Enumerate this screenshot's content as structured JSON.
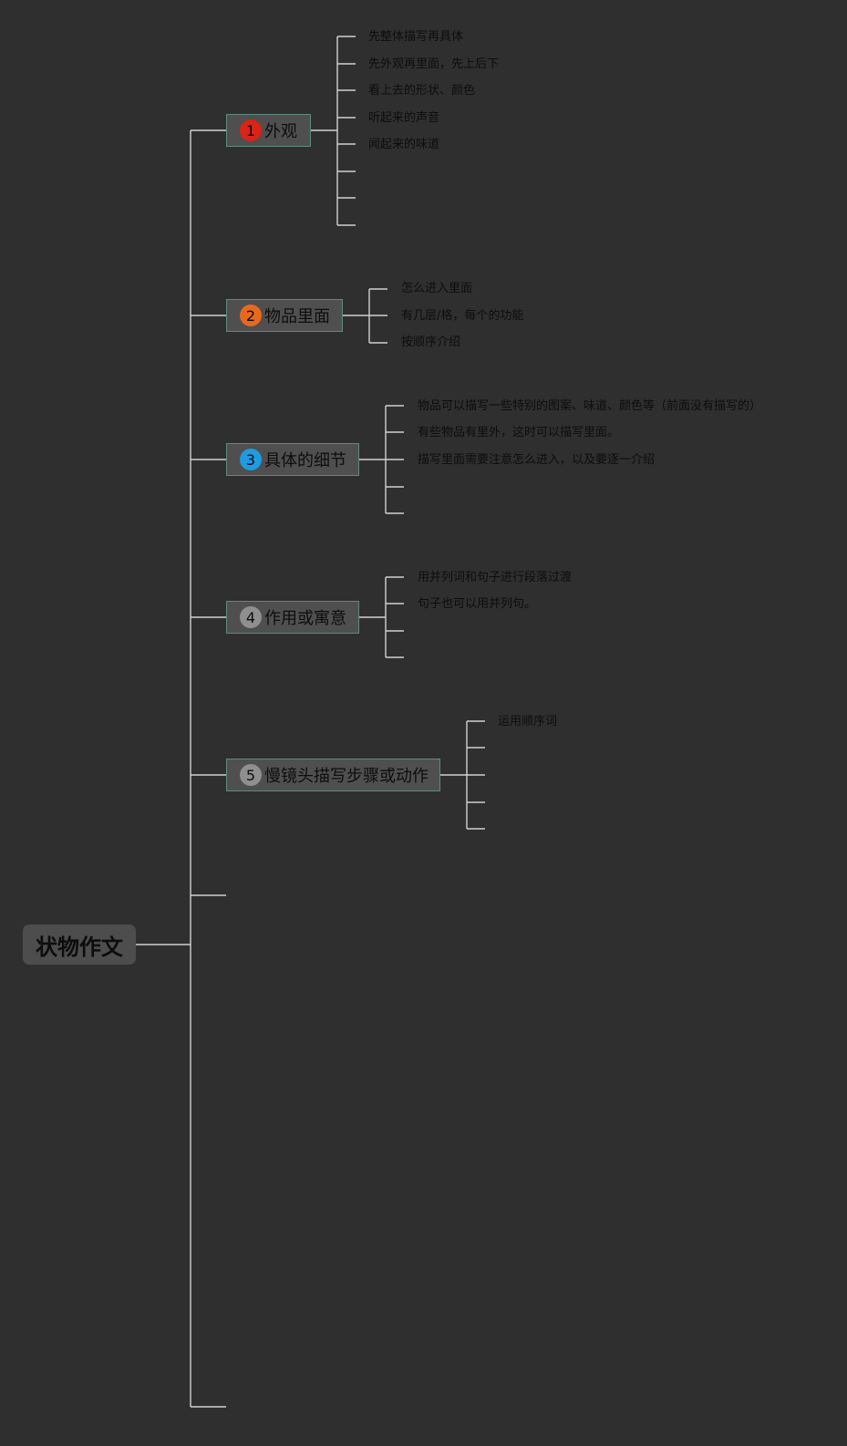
{
  "root": {
    "label": "状物作文"
  },
  "branches": [
    {
      "number": "1",
      "label": "外观",
      "badge_color": "#d92417",
      "items": [
        "先整体描写再具体",
        "先外观再里面，先上后下",
        "看上去的形状、颜色",
        "听起来的声音",
        "闻起来的味道",
        "",
        "",
        ""
      ]
    },
    {
      "number": "2",
      "label": "物品里面",
      "badge_color": "#e8691d",
      "items": [
        "怎么进入里面",
        "有几层/格，每个的功能",
        "按顺序介绍"
      ]
    },
    {
      "number": "3",
      "label": "具体的细节",
      "badge_color": "#1f9be0",
      "items": [
        "物品可以描写一些特别的图案、味道、颜色等（前面没有描写的）",
        "有些物品有里外，这时可以描写里面。",
        "描写里面需要注意怎么进入，以及要逐一介绍",
        "",
        ""
      ]
    },
    {
      "number": "4",
      "label": "作用或寓意",
      "badge_color": "#8f8f8f",
      "items": [
        "用并列词和句子进行段落过渡",
        "句子也可以用并列句。",
        "",
        ""
      ]
    },
    {
      "number": "5",
      "label": "慢镜头描写步骤或动作",
      "badge_color": "#8f8f8f",
      "items": [
        "运用顺序词",
        "",
        "",
        "",
        ""
      ]
    }
  ]
}
